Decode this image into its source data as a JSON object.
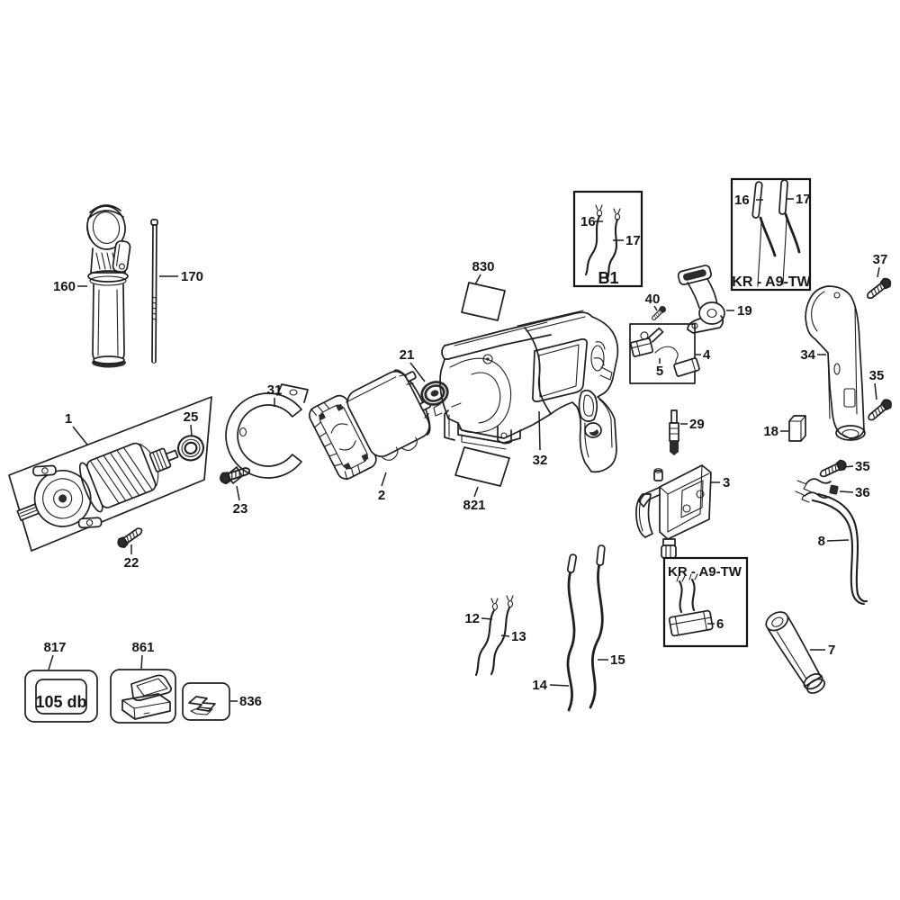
{
  "diagram": {
    "background": "#ffffff",
    "ink": "#1f1f1f",
    "callouts": {
      "p1": "1",
      "p2": "2",
      "p3": "3",
      "p4": "4",
      "p5": "5",
      "p6": "6",
      "p7": "7",
      "p8": "8",
      "p12": "12",
      "p13": "13",
      "p14": "14",
      "p15": "15",
      "p18": "18",
      "p19": "19",
      "p21": "21",
      "p22": "22",
      "p23": "23",
      "p25": "25",
      "p29": "29",
      "p31": "31",
      "p32": "32",
      "p34": "34",
      "p35_upper": "35",
      "p35_lower": "35",
      "p36": "36",
      "p37": "37",
      "p40": "40",
      "p160": "160",
      "p170": "170",
      "p817": "817",
      "p821": "821",
      "p830": "830",
      "p836": "836",
      "p861": "861"
    },
    "inset_boxes": {
      "b1": {
        "name": "B1",
        "wire_left": "16",
        "wire_right": "17"
      },
      "kr_top": {
        "name": "KR - A9-TW",
        "wire_left": "16",
        "wire_right": "17"
      },
      "kr_bottom": {
        "name": "KR - A9-TW"
      }
    },
    "noise_rating": "105 db"
  }
}
